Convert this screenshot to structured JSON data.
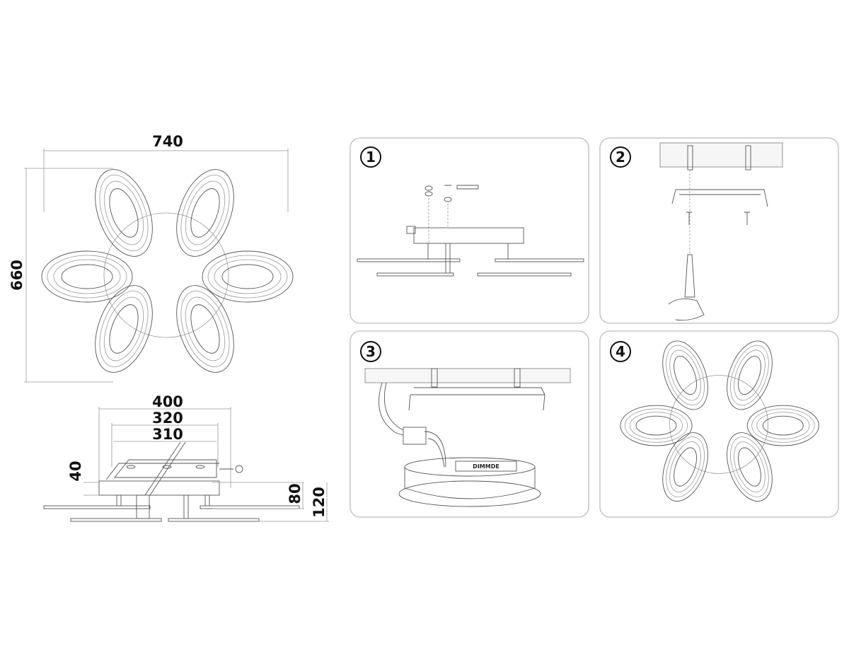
{
  "dimensions": {
    "width": "740",
    "height": "660",
    "plate_width": "400",
    "bracket_outer": "320",
    "bracket_inner": "310",
    "base_height": "40",
    "body_height": "80",
    "total_height": "120"
  },
  "steps": [
    {
      "number": "1"
    },
    {
      "number": "2"
    },
    {
      "number": "3",
      "label": "DIMMDE"
    },
    {
      "number": "4"
    }
  ]
}
